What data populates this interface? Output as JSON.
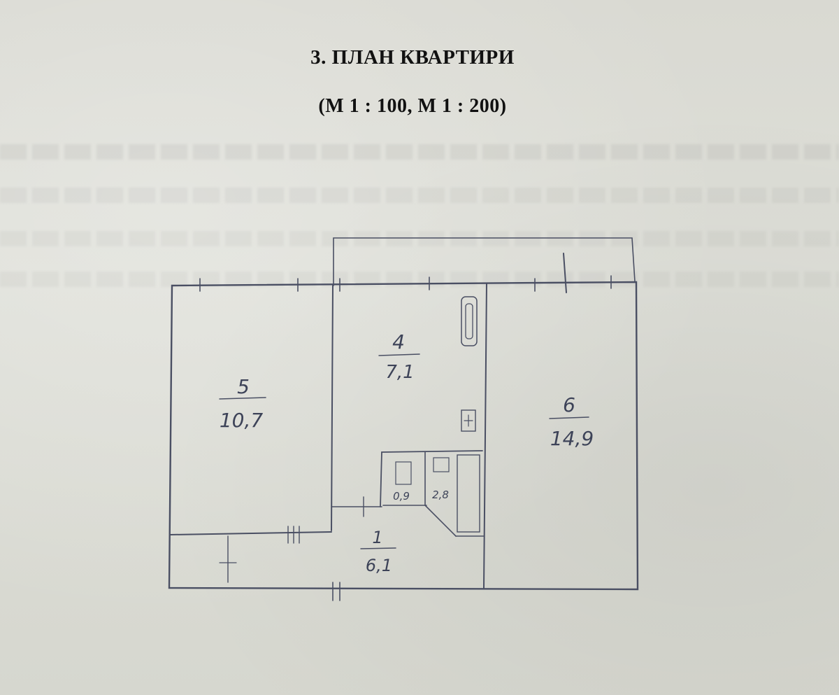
{
  "document": {
    "title": "3. ПЛАН КВАРТИРИ",
    "scale": "(М 1 : 100, М 1 : 200)"
  },
  "floor_plan": {
    "rooms": [
      {
        "number": "5",
        "area": "10,7"
      },
      {
        "number": "4",
        "area": "7,1"
      },
      {
        "number": "6",
        "area": "14,9"
      },
      {
        "number": "1",
        "area": "6,1"
      },
      {
        "area": "0,9"
      },
      {
        "area": "2,8"
      }
    ]
  }
}
